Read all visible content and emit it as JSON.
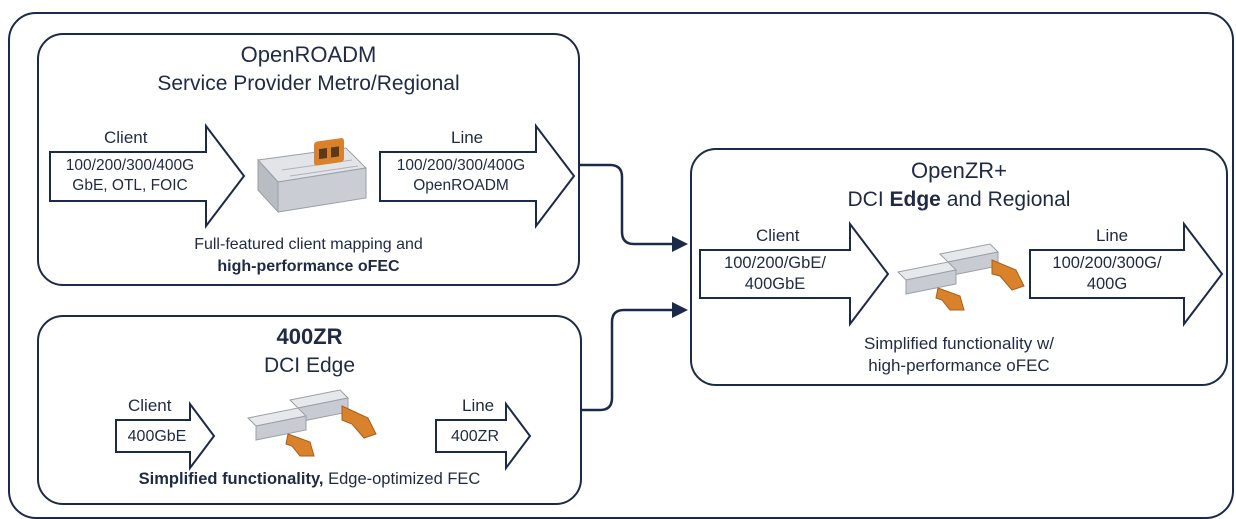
{
  "openroadm": {
    "title": "OpenROADM",
    "subtitle": "Service Provider Metro/Regional",
    "client_label": "Client",
    "client_line1": "100/200/300/400G",
    "client_line2": "GbE, OTL, FOIC",
    "line_label": "Line",
    "line_line1": "100/200/300/400G",
    "line_line2": "OpenROADM",
    "caption_line1": "Full-featured client mapping and",
    "caption_line2": "high-performance oFEC"
  },
  "zr400": {
    "title": "400ZR",
    "subtitle": "DCI Edge",
    "client_label": "Client",
    "client_value": "400GbE",
    "line_label": "Line",
    "line_value": "400ZR",
    "caption_bold": "Simplified functionality,",
    "caption_rest": " Edge-optimized FEC"
  },
  "openzr": {
    "title": "OpenZR+",
    "subtitle_pre": "DCI ",
    "subtitle_bold": "Edge",
    "subtitle_post": " and Regional",
    "client_label": "Client",
    "client_line1": "100/200/GbE/",
    "client_line2": "400GbE",
    "line_label": "Line",
    "line_line1": "100/200/300G/",
    "line_line2": "400G",
    "caption_line1": "Simplified functionality w/",
    "caption_line2": "high-performance oFEC"
  },
  "colors": {
    "border": "#1c2a4a",
    "text": "#1f2a44",
    "module_orange": "#d9822b",
    "module_metal": "#c8ccd2"
  }
}
